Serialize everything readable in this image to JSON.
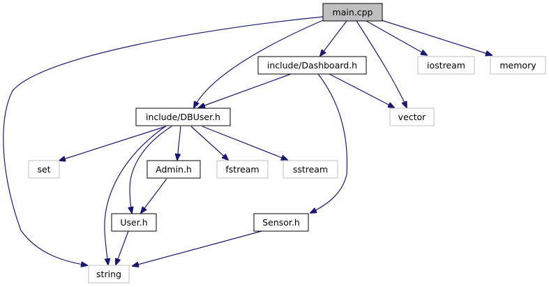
{
  "nodes": {
    "main_cpp": "main.cpp",
    "dashboard_h": "include/Dashboard.h",
    "iostream": "iostream",
    "memory": "memory",
    "dbuser_h": "include/DBUser.h",
    "vector": "vector",
    "set": "set",
    "admin_h": "Admin.h",
    "fstream": "fstream",
    "sstream": "sstream",
    "user_h": "User.h",
    "sensor_h": "Sensor.h",
    "string": "string"
  },
  "colors": {
    "edge": "#191970",
    "root_fill": "#bfbfbf",
    "external_border": "#bfbfbf",
    "internal_border": "#000000"
  }
}
